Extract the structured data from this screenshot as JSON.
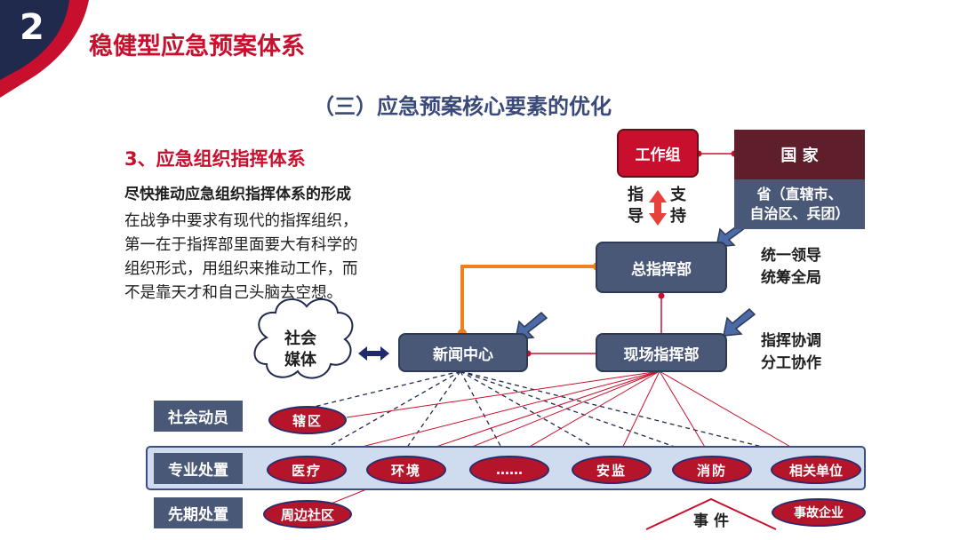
{
  "header": {
    "number": "2",
    "title": "稳健型应急预案体系"
  },
  "subtitle": "（三）应急预案核心要素的优化",
  "left_text": {
    "heading": "3、应急组织指挥体系",
    "subheading": "尽快推动应急组织指挥体系的形成",
    "paragraph_lines": [
      "在战争中要求有现代的指挥组织，",
      "第一在于指挥部里面要大有科学的",
      "组织形式，用组织来推动工作，而",
      "不是靠天才和自己头脑去空想。"
    ]
  },
  "diagram": {
    "work_group": "工作组",
    "state": "国 家",
    "province_lines": [
      "省（直辖市、",
      "自治区、兵团）"
    ],
    "guide_left": [
      "指",
      "导"
    ],
    "support_right": [
      "支",
      "持"
    ],
    "hq": "总指挥部",
    "hq_note": [
      "统一领导",
      "统筹全局"
    ],
    "site_hq": "现场指挥部",
    "site_note": [
      "指挥协调",
      "分工协作"
    ],
    "news_center": "新闻中心",
    "social_media": [
      "社会",
      "媒体"
    ],
    "rows": {
      "social": "社会动员",
      "professional": "专业处置",
      "early": "先期处置"
    },
    "ovals": {
      "district": "辖区",
      "medical": "医疗",
      "environment": "环境",
      "dots": "……",
      "safety": "安监",
      "fire": "消防",
      "related": "相关单位",
      "community": "周边社区",
      "accident_company": "事故企业"
    },
    "event": "事件",
    "colors": {
      "brand_red": "#c8102e",
      "navy": "#1f2a4d",
      "slate": "#4a5878",
      "orange": "#f07f1e"
    }
  }
}
